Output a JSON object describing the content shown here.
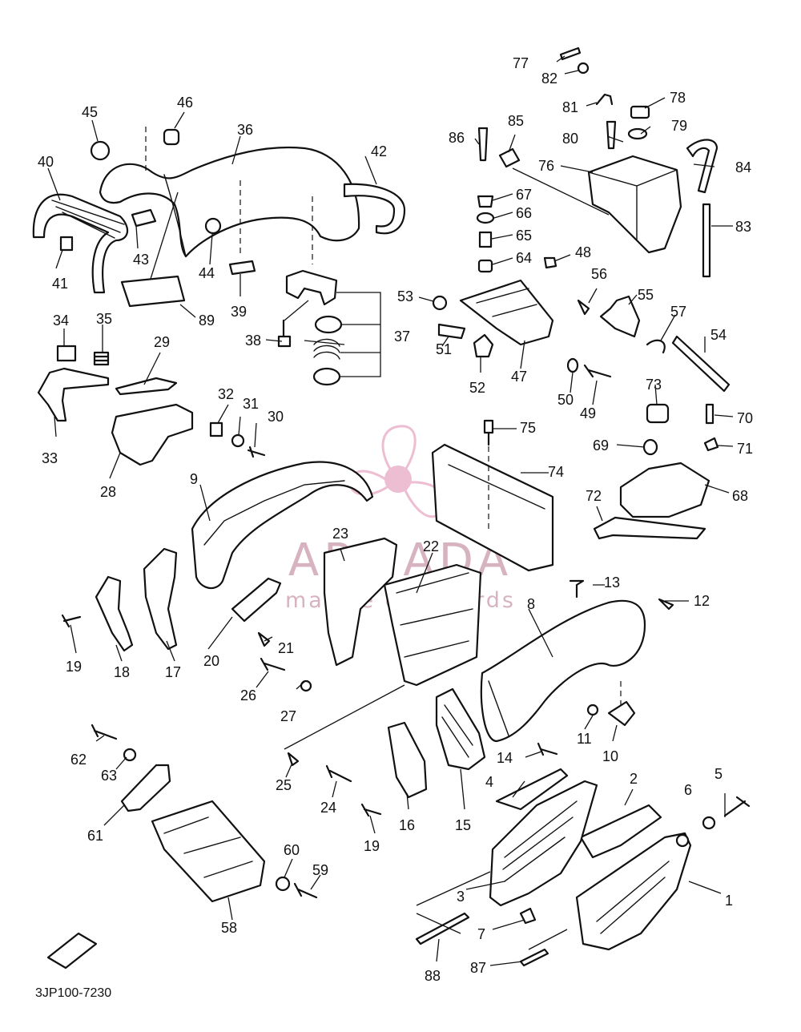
{
  "diagram_code": "3JP100-7230",
  "watermark": {
    "name": "ARMADA",
    "tagline": "marine outboards",
    "color": "#e8a7c2"
  },
  "labels": {
    "p1": "1",
    "p2": "2",
    "p3": "3",
    "p4": "4",
    "p5": "5",
    "p6": "6",
    "p7": "7",
    "p8": "8",
    "p9": "9",
    "p10": "10",
    "p11": "11",
    "p12": "12",
    "p13": "13",
    "p14": "14",
    "p15": "15",
    "p16": "16",
    "p17": "17",
    "p18": "18",
    "p19a": "19",
    "p19b": "19",
    "p20": "20",
    "p21": "21",
    "p22": "22",
    "p23": "23",
    "p24": "24",
    "p25": "25",
    "p26": "26",
    "p27": "27",
    "p28": "28",
    "p29": "29",
    "p30": "30",
    "p31": "31",
    "p32": "32",
    "p33": "33",
    "p34": "34",
    "p35": "35",
    "p36": "36",
    "p37": "37",
    "p38": "38",
    "p39": "39",
    "p40": "40",
    "p41": "41",
    "p42": "42",
    "p43": "43",
    "p44": "44",
    "p45": "45",
    "p46": "46",
    "p47": "47",
    "p48": "48",
    "p49": "49",
    "p50": "50",
    "p51": "51",
    "p52": "52",
    "p53": "53",
    "p54": "54",
    "p55": "55",
    "p56": "56",
    "p57": "57",
    "p58": "58",
    "p59": "59",
    "p60": "60",
    "p61": "61",
    "p62": "62",
    "p63": "63",
    "p64": "64",
    "p65": "65",
    "p66": "66",
    "p67": "67",
    "p68": "68",
    "p69": "69",
    "p70": "70",
    "p71": "71",
    "p72": "72",
    "p73": "73",
    "p74": "74",
    "p75": "75",
    "p76": "76",
    "p77": "77",
    "p78": "78",
    "p79": "79",
    "p80": "80",
    "p81": "81",
    "p82": "82",
    "p83": "83",
    "p84": "84",
    "p85": "85",
    "p86": "86",
    "p87": "87",
    "p88": "88",
    "p89": "89"
  }
}
